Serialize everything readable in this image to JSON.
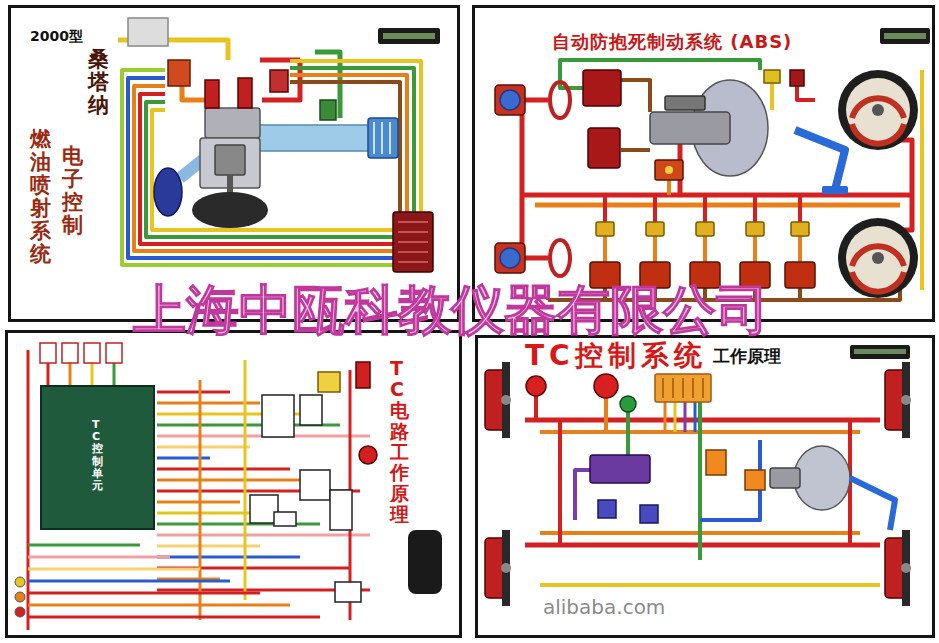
{
  "diagram": {
    "nodes": [
      {
        "text": [
          "2000型",
          "桑塔纳",
          "电子控制",
          "燃油喷射系统"
        ]
      },
      {
        "text": [
          "自动防抱死制动系统 (ABS)"
        ]
      },
      {
        "text": [
          "TC电路工作原理"
        ]
      },
      {
        "text": [
          "TC控制单元"
        ],
        "in": 2
      },
      {
        "text": [
          "TC控制系统",
          "工作原理"
        ]
      }
    ],
    "labels": [
      "上海中瓯科教仪器有限公司",
      "alibaba.com"
    ]
  }
}
